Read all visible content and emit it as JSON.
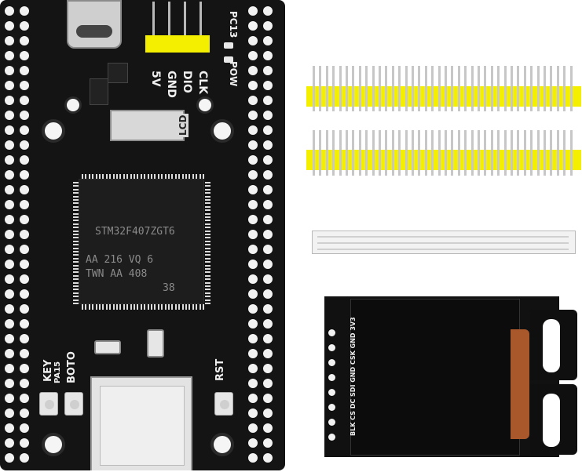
{
  "pcb_labels": {
    "pc13": "PC13",
    "pow": "POW",
    "pin_5v": "5V",
    "pin_gnd": "GND",
    "pin_dio": "DIO",
    "pin_clk": "CLK",
    "lcd": "LCD",
    "key": "KEY",
    "pa15": "PA15",
    "boto": "BOTO",
    "rst": "RST"
  },
  "chip": {
    "line1": "STM32F407ZGT6",
    "line2": "AA 216 VQ 6",
    "line3": "TWN AA 408",
    "line4": "38"
  },
  "lcd_labels": {
    "pins": "BLK CS DC SDI GND CSK GND 3V3"
  },
  "colors": {
    "pcb": "#141414",
    "header_plastic": "#f4ee00",
    "pin_metal": "#c7c7c7",
    "flex_cable": "#a9582c"
  }
}
